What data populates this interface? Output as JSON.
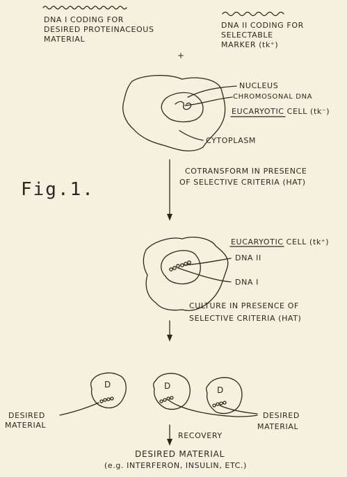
{
  "dna1_label": [
    "DNA I CODING FOR",
    "DESIRED PROTEINACEOUS",
    "MATERIAL"
  ],
  "dna2_label": [
    "DNA II CODING FOR",
    "SELECTABLE",
    "MARKER (tk⁺)"
  ],
  "plus": "+",
  "cell1": {
    "nucleus": "NUCLEUS",
    "chromosomal_dna": "CHROMOSONAL DNA",
    "cell": "EUCARYOTIC CELL (tk⁻)",
    "cytoplasm": "CYTOPLASM"
  },
  "step1": [
    "COTRANSFORM IN PRESENCE",
    "OF SELECTIVE CRITERIA (HAT)"
  ],
  "fig_label": "Fig.1.",
  "cell2": {
    "cell": "EUCARYOTIC CELL (tk⁺)",
    "dna2": "DNA II",
    "dna1": "DNA I"
  },
  "step2": [
    "CULTURE IN PRESENCE OF",
    "SELECTIVE CRITERIA (HAT)"
  ],
  "desired_left": [
    "DESIRED",
    "MATERIAL"
  ],
  "desired_right": [
    "DESIRED",
    "MATERIAL"
  ],
  "cells3_nucleus_letter": "D",
  "recovery": "RECOVERY",
  "final": [
    "DESIRED MATERIAL",
    "(e.g. INTERFERON, INSULIN, ETC.)"
  ]
}
